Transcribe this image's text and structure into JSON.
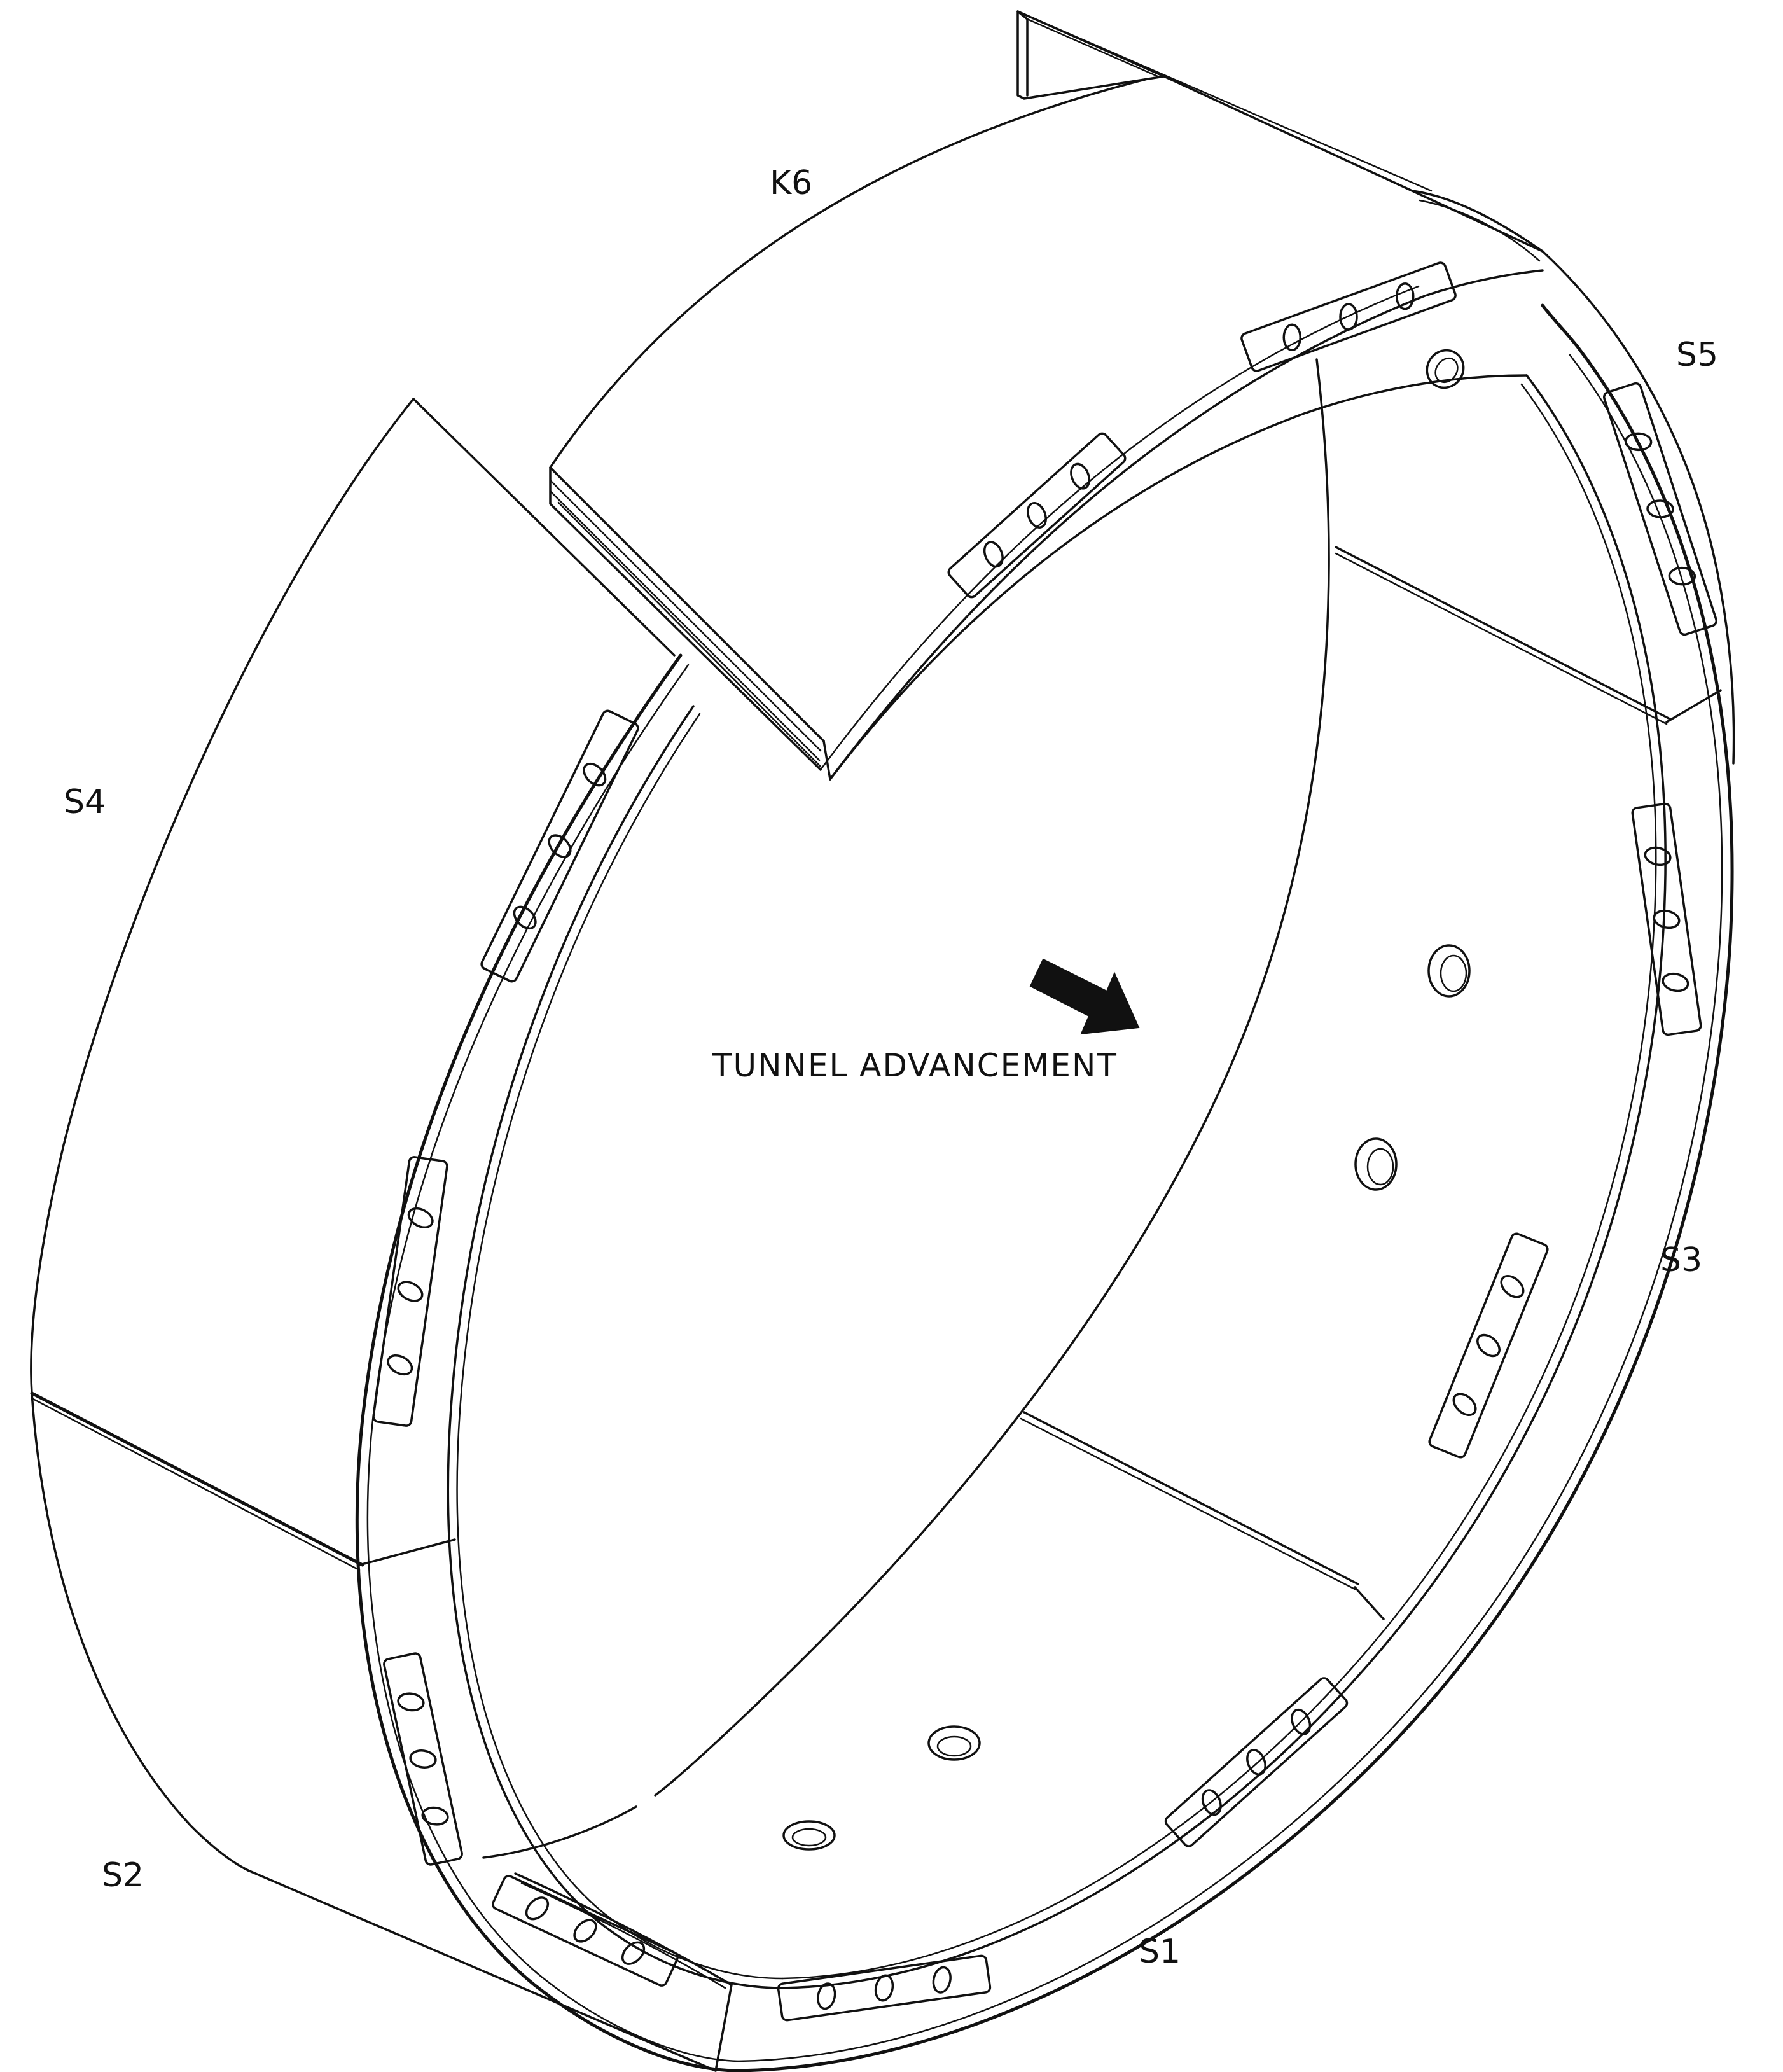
{
  "drawing": {
    "segments": {
      "k6": "K6",
      "s1": "S1",
      "s2": "S2",
      "s3": "S3",
      "s4": "S4",
      "s5": "S5"
    },
    "caption": "TUNNEL ADVANCEMENT",
    "arrow_icon": "arrow-down-right-icon",
    "line_color": "#111111",
    "background": "#ffffff"
  }
}
